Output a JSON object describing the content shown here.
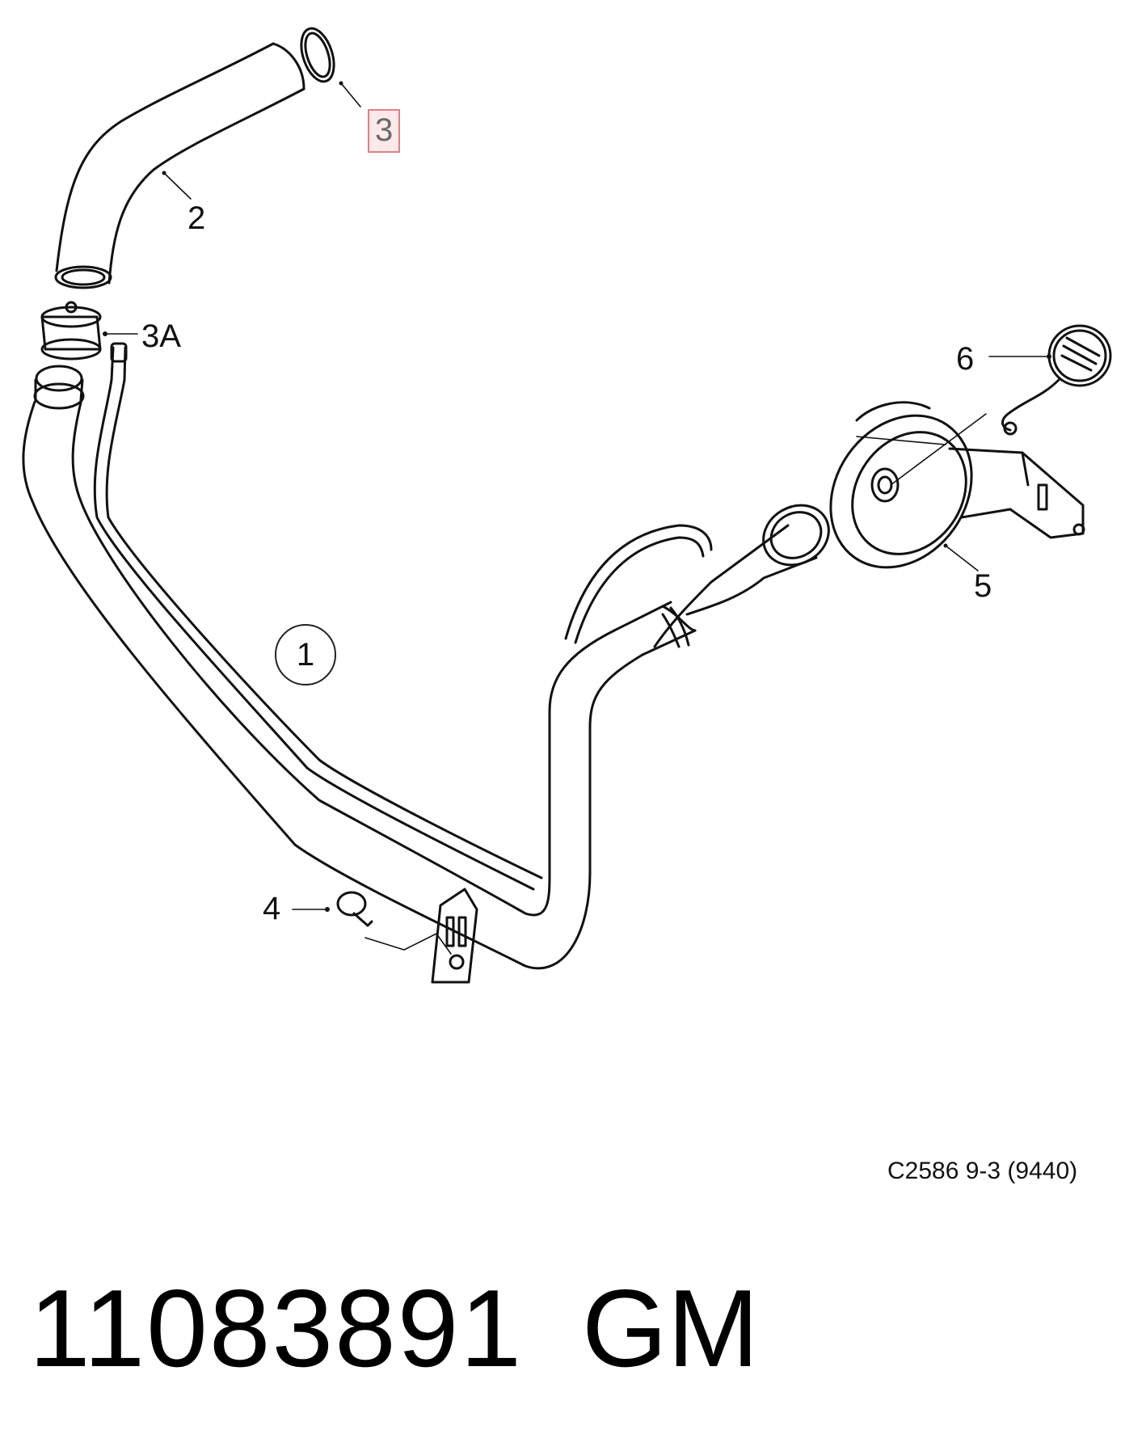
{
  "callouts": {
    "c1": "1",
    "c2": "2",
    "c3": "3",
    "c3a": "3A",
    "c4": "4",
    "c5": "5",
    "c6": "6"
  },
  "diagram_code": "C2586 9-3 (9440)",
  "part_number": "11083891",
  "brand": "GM",
  "colors": {
    "line": "#111111",
    "highlight_border": "#e08080",
    "highlight_fill": "#fde8ea"
  }
}
